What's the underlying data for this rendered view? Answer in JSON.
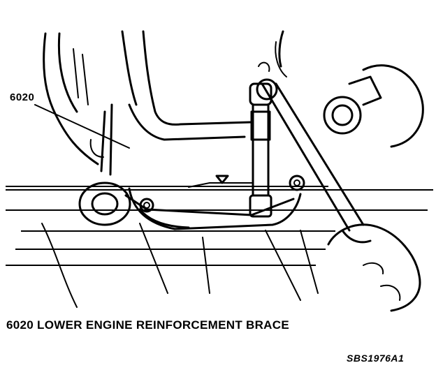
{
  "figure": {
    "callout_number": "6020",
    "caption": "6020  LOWER ENGINE REINFORCEMENT BRACE",
    "figure_id": "SBS1976A1"
  }
}
